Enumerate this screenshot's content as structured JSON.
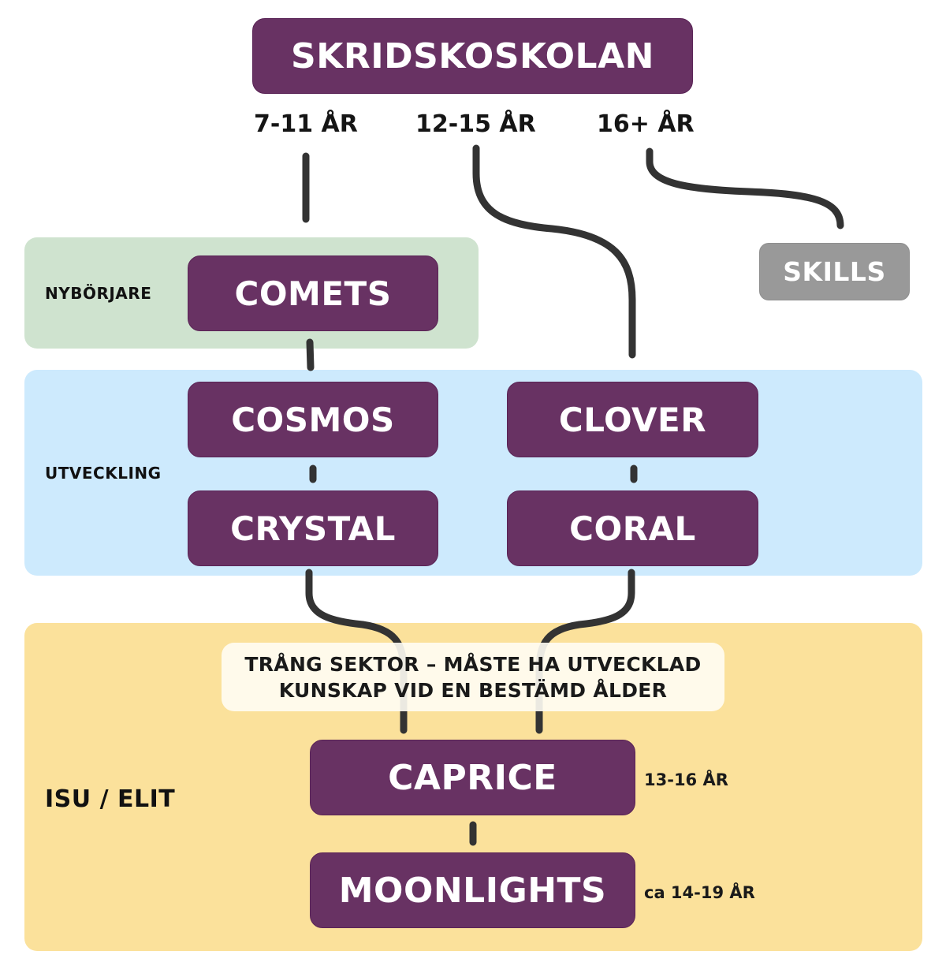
{
  "title": "SKRIDSKOSKOLAN",
  "age_groups": [
    "7-11 ÅR",
    "12-15 ÅR",
    "16+ ÅR"
  ],
  "zones": {
    "beginner": "NYBÖRJARE",
    "development": "UTVECKLING",
    "elite": "ISU / ELIT"
  },
  "groups": {
    "comets": "COMETS",
    "cosmos": "COSMOS",
    "crystal": "CRYSTAL",
    "clover": "CLOVER",
    "coral": "CORAL",
    "caprice": "CAPRICE",
    "moonlights": "MOONLIGHTS",
    "skills": "SKILLS"
  },
  "group_ages": {
    "caprice": "13-16 ÅR",
    "moonlights": "ca 14-19 ÅR"
  },
  "note": {
    "line1": "TRÅNG SEKTOR – MÅSTE HA UTVECKLAD",
    "line2": "KUNSKAP VID EN BESTÄMD ÅLDER"
  },
  "colors": {
    "box": "#683263",
    "skills_box": "#999999",
    "beginner_zone": "#cfe3cf",
    "development_zone": "#cdeafd",
    "elite_zone": "#fbe19b",
    "connector": "#333333"
  }
}
